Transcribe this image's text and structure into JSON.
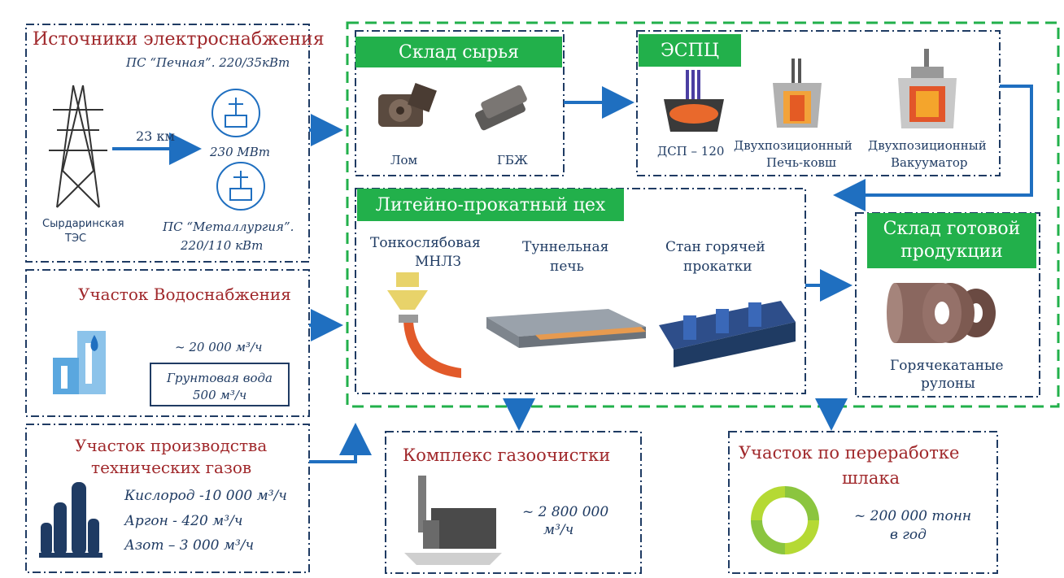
{
  "power": {
    "title": "Источники электроснабжения",
    "substation1": "ПС “Печная”. 220/35кВт",
    "distance": "23 км",
    "power_value": "230 МВт",
    "source_label_1": "Сырдаринская",
    "source_label_2": "ТЭС",
    "substation2_line1": "ПС “Металлургия”.",
    "substation2_line2": "220/110 кВт"
  },
  "water": {
    "title": "Участок Водоснабжения",
    "flow": "~ 20 000 м³/ч",
    "ground_line1": "Грунтовая вода",
    "ground_line2": "500 м³/ч"
  },
  "gases": {
    "title_line1": "Участок производства",
    "title_line2": "технических газов",
    "oxygen": "Кислород -10 000 м³/ч",
    "argon": "Аргон - 420 м³/ч",
    "nitrogen": "Азот – 3 000 м³/ч"
  },
  "raw_storage": {
    "title": "Склад сырья",
    "item1": "Лом",
    "item2": "ГБЖ"
  },
  "espc": {
    "title": "ЭСПЦ",
    "item1": "ДСП – 120",
    "item2_line1": "Двухпозиционный",
    "item2_line2": "Печь-ковш",
    "item3_line1": "Двухпозиционный",
    "item3_line2": "Вакууматор"
  },
  "rolling": {
    "title": "Литейно-прокатный цех",
    "item1_line1": "Тонкослябовая",
    "item1_line2": "МНЛЗ",
    "item2_line1": "Туннельная",
    "item2_line2": "печь",
    "item3_line1": "Стан горячей",
    "item3_line2": "прокатки"
  },
  "finished": {
    "title_line1": "Склад готовой",
    "title_line2": "продукции",
    "item_line1": "Горячекатаные",
    "item_line2": "рулоны"
  },
  "gas_cleaning": {
    "title": "Комплекс газоочистки",
    "value_line1": "~ 2 800 000",
    "value_line2": "м³/ч"
  },
  "slag": {
    "title_line1": "Участок по переработке",
    "title_line2": "шлака",
    "value_line1": "~ 200 000 тонн",
    "value_line2": "в год"
  },
  "colors": {
    "navy": "#1f3b63",
    "title_red": "#a0282b",
    "green": "#22b04b",
    "arrow_blue": "#1f6fc0"
  }
}
